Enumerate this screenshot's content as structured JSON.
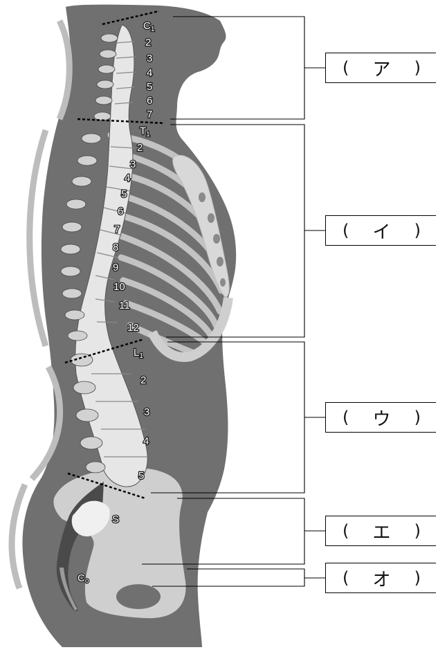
{
  "vertebrae": {
    "cervical": {
      "first_letter": "C",
      "first_sub": "1",
      "numbers": [
        "2",
        "3",
        "4",
        "5",
        "6",
        "7"
      ]
    },
    "thoracic": {
      "first_letter": "T",
      "first_sub": "1",
      "numbers": [
        "2",
        "3",
        "4",
        "5",
        "6",
        "7",
        "8",
        "9",
        "10",
        "11",
        "12"
      ]
    },
    "lumbar": {
      "first_letter": "L",
      "first_sub": "1",
      "numbers": [
        "2",
        "3",
        "4",
        "5"
      ]
    },
    "sacrum": "S",
    "coccyx": {
      "letter": "C",
      "sub": "o"
    }
  },
  "blanks": [
    {
      "open": "(",
      "label": "ア",
      "close": ")"
    },
    {
      "open": "(",
      "label": "イ",
      "close": ")"
    },
    {
      "open": "(",
      "label": "ウ",
      "close": ")"
    },
    {
      "open": "(",
      "label": "エ",
      "close": ")"
    },
    {
      "open": "(",
      "label": "オ",
      "close": ")"
    }
  ],
  "colors": {
    "body": "#707070",
    "bone": "#e6e6e6",
    "curve_guide": "#bdbdbd"
  }
}
